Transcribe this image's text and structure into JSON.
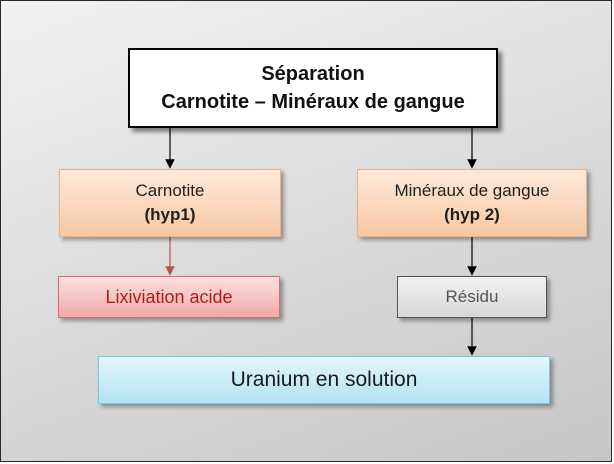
{
  "diagram": {
    "top_box": {
      "line1": "Séparation",
      "line2": "Carnotite – Minéraux de gangue"
    },
    "carnotite_box": {
      "label": "Carnotite",
      "hyp": "(hyp1)"
    },
    "gangue_box": {
      "label": "Minéraux de gangue",
      "hyp": "(hyp 2)"
    },
    "lixiviation_box": {
      "label": "Lixiviation acide"
    },
    "residu_box": {
      "label": "Résidu"
    },
    "uranium_box": {
      "label": "Uranium en solution"
    }
  },
  "colors": {
    "arrow": "#000000",
    "arrow_red": "#c0504d",
    "lixiviation_text": "#b11a1a"
  }
}
